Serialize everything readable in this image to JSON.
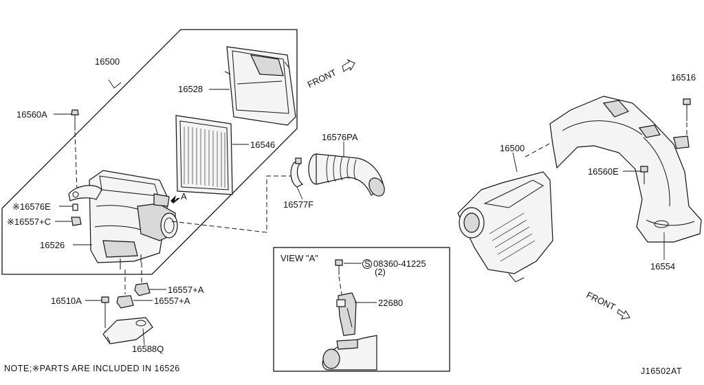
{
  "labels": {
    "p16500_left": "16500",
    "p16528": "16528",
    "p16560A": "16560A",
    "p16546": "16546",
    "p16576E": "※16576E",
    "p16557C": "※16557+C",
    "p16526": "16526",
    "arrow_a": "A",
    "p16557A_1": "16557+A",
    "p16557A_2": "16557+A",
    "p16510A": "16510A",
    "p16588Q": "16588Q",
    "p16576PA": "16576PA",
    "p16577F": "16577F",
    "front_top": "FRONT",
    "front_bottom": "FRONT",
    "view_a": "VIEW \"A\"",
    "bolt_spec": "08360-41225",
    "bolt_qty": "(2)",
    "bolt_symbol": "S",
    "p22680": "22680",
    "p16500_right": "16500",
    "p16516": "16516",
    "p16560E": "16560E",
    "p16554": "16554"
  },
  "footer": {
    "note": "NOTE;※PARTS ARE INCLUDED IN 16526",
    "diagram_code": "J16502AT"
  }
}
